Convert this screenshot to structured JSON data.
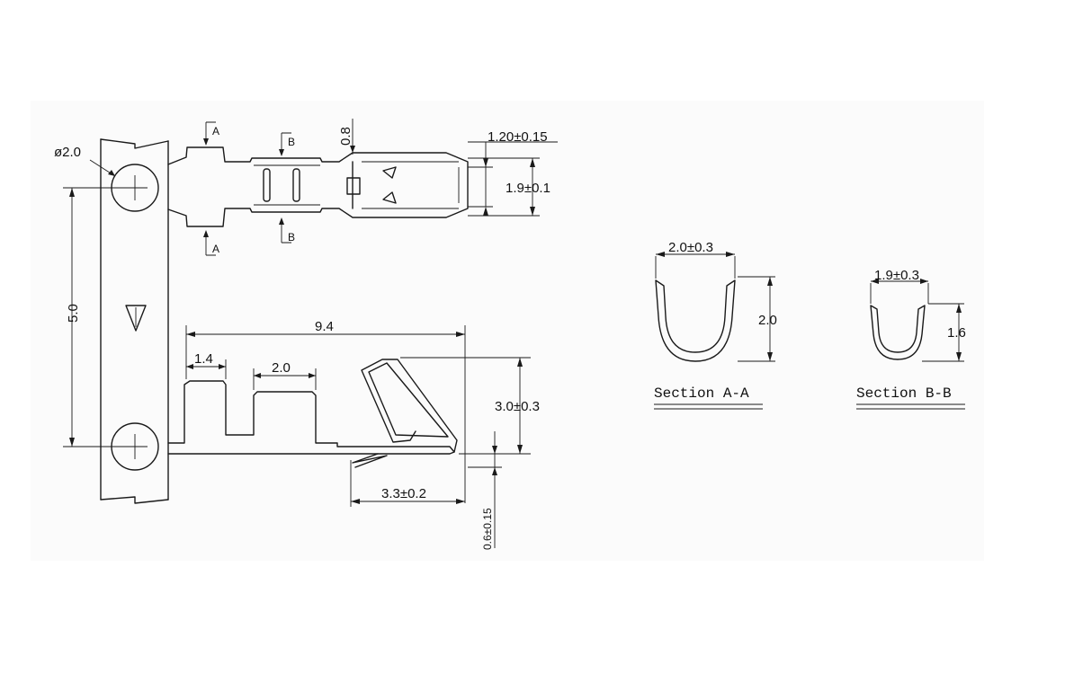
{
  "dimensions": {
    "hole_diameter": "ø2.0",
    "pitch": "5.0",
    "overall_length": "9.4",
    "insulation_tab_width": "1.4",
    "wire_tab_width": "2.0",
    "contact_height": "3.0±0.3",
    "contact_length": "3.3±0.2",
    "lance_height": "0.6±0.15",
    "box_width": "1.9±0.1",
    "box_height": "1.20±0.15",
    "tab_gap": "0.8"
  },
  "section_marks": {
    "a": "A",
    "b": "B"
  },
  "sections": {
    "a": {
      "title": "Section A-A",
      "width": "2.0±0.3",
      "height": "2.0"
    },
    "b": {
      "title": "Section B-B",
      "width": "1.9±0.3",
      "height": "1.6"
    }
  }
}
